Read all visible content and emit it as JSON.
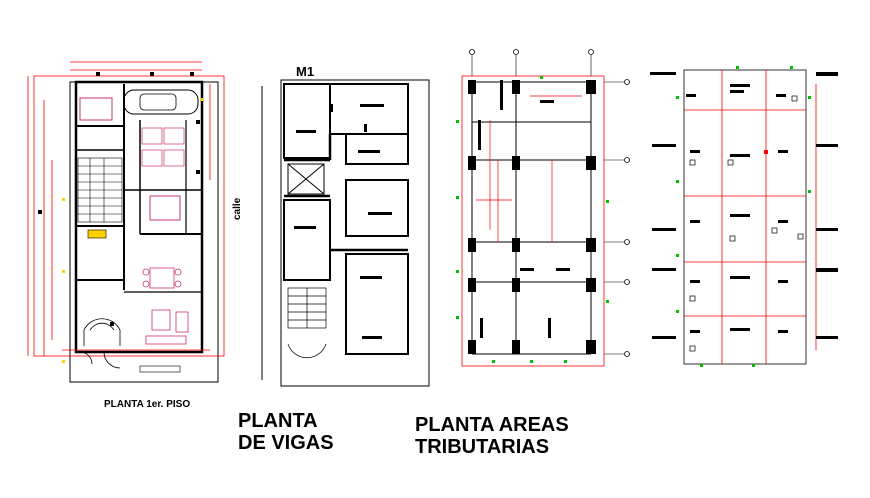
{
  "labels": {
    "planta_primer_piso": "PLANTA 1er. PISO",
    "m1": "M1",
    "calle": "calle",
    "planta_vigas_line1": "PLANTA",
    "planta_vigas_line2": "DE VIGAS",
    "planta_areas_line1": "PLANTA AREAS",
    "planta_areas_line2": "TRIBUTARIAS"
  },
  "colors": {
    "linework": "#000000",
    "dimension_red": "#ff0000",
    "grid_marker_green": "#00c000",
    "furniture_yellow": "#ffd000",
    "hatch_pink": "#cc3366"
  }
}
